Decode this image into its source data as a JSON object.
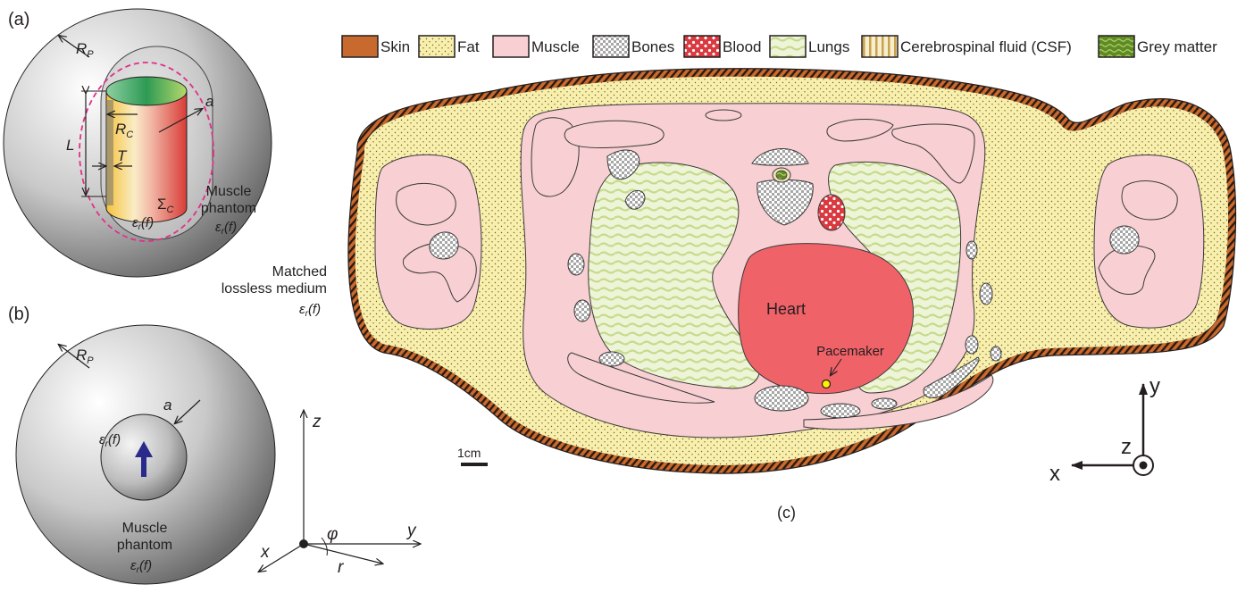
{
  "panel_a": {
    "label": "(a)",
    "Rp": "R",
    "Rp_sub": "P",
    "a": "a",
    "L": "L",
    "Rc": "R",
    "Rc_sub": "C",
    "T": "T",
    "sigma": "Σ",
    "sigma_sub": "C",
    "eps_inner": "ε",
    "eps_inner_sub": "r",
    "eps_inner_arg": "(f)",
    "muscle_line1": "Muscle",
    "muscle_line2": "phantom",
    "eps_muscle": "ε",
    "eps_muscle_sub": "r",
    "eps_muscle_arg": "(f)"
  },
  "medium": {
    "line1": "Matched",
    "line2": "lossless medium",
    "eps": "ε",
    "eps_sub": "r",
    "eps_arg": "(f)"
  },
  "panel_b": {
    "label": "(b)",
    "Rp": "R",
    "Rp_sub": "P",
    "a": "a",
    "eps_inner": "ε",
    "eps_inner_sub": "r",
    "eps_inner_arg": "(f)",
    "muscle_line1": "Muscle",
    "muscle_line2": "phantom",
    "eps_muscle": "ε",
    "eps_muscle_sub": "r",
    "eps_muscle_arg": "(f)",
    "axes": {
      "z": "z",
      "y": "y",
      "x": "x",
      "phi": "φ",
      "r": "r"
    }
  },
  "legend": [
    {
      "label": "Skin",
      "color": "#c8692e",
      "pattern": "solid"
    },
    {
      "label": "Fat",
      "color": "#f8efad",
      "pattern": "dots"
    },
    {
      "label": "Muscle",
      "color": "#f8cfd2",
      "pattern": "solid"
    },
    {
      "label": "Bones",
      "color": "#d9d9d9",
      "pattern": "checker"
    },
    {
      "label": "Blood",
      "color": "#d9393f",
      "pattern": "circles"
    },
    {
      "label": "Lungs",
      "color": "#e1edc3",
      "pattern": "waves"
    },
    {
      "label": "Cerebrospinal fluid (CSF)",
      "color": "#efe2b8",
      "pattern": "stripes"
    },
    {
      "label": "Grey matter",
      "color": "#5e8b25",
      "pattern": "waves-dark"
    }
  ],
  "panel_c": {
    "label": "(c)",
    "heart": "Heart",
    "pacemaker": "Pacemaker",
    "scale": "1cm",
    "axes": {
      "y": "y",
      "z": "z",
      "x": "x"
    }
  },
  "colors": {
    "skin": "#c8692e",
    "fat": "#f8efad",
    "muscle": "#f8cfd2",
    "heart": "#ef6268",
    "pacemaker": "#fff200",
    "dipole": "#2a2a8c",
    "dashed_sphere": "#e0308a"
  }
}
